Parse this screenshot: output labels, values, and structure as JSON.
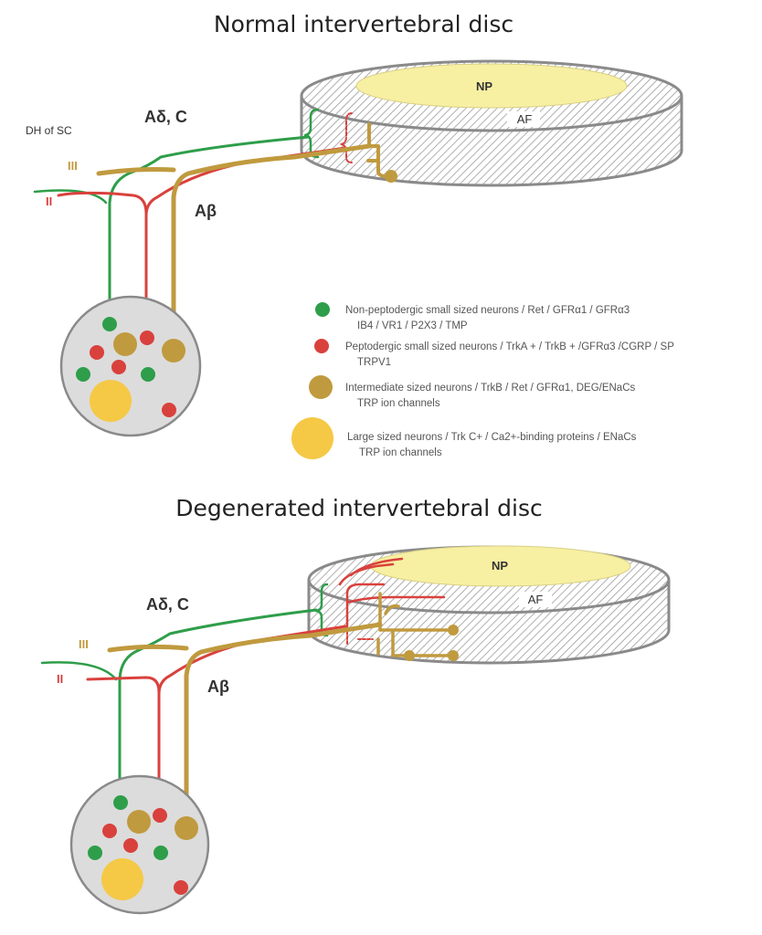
{
  "colors": {
    "green": "#2e9e4a",
    "red": "#d9413d",
    "gold": "#c09a3e",
    "yellow": "#f5c946",
    "np_fill": "#f7f0a3",
    "ganglion_fill": "#dcdcdc",
    "outline": "#8a8a8a"
  },
  "normal": {
    "title": "Normal intervertebral disc",
    "np": "NP",
    "af": "AF",
    "dh_label": "DH of SC",
    "lamina_iii": "III",
    "lamina_ii": "II",
    "fiber_small": "Aδ, C",
    "fiber_large": "Aβ"
  },
  "degenerated": {
    "title": "Degenerated intervertebral disc",
    "np": "NP",
    "af": "AF",
    "lamina_iii": "III",
    "lamina_ii": "II",
    "fiber_small": "Aδ, C",
    "fiber_large": "Aβ"
  },
  "legend": [
    {
      "color": "green",
      "line1": "Non-peptodergic small sized neurons / Ret  / GFRα1  / GFRα3",
      "line2": "IB4  / VR1 / P2X3 / TMP"
    },
    {
      "color": "red",
      "line1": "Peptodergic small sized neurons / TrkA + / TrkB + /GFRα3 /CGRP / SP",
      "line2": "TRPV1"
    },
    {
      "color": "gold",
      "line1": "Intermediate sized neurons / TrkB / Ret / GFRα1, DEG/ENaCs",
      "line2": "TRP ion channels"
    },
    {
      "color": "yellow",
      "line1": "Large sized neurons / Trk C+ / Ca2+-binding proteins / ENaCs",
      "line2": "TRP ion channels"
    }
  ]
}
